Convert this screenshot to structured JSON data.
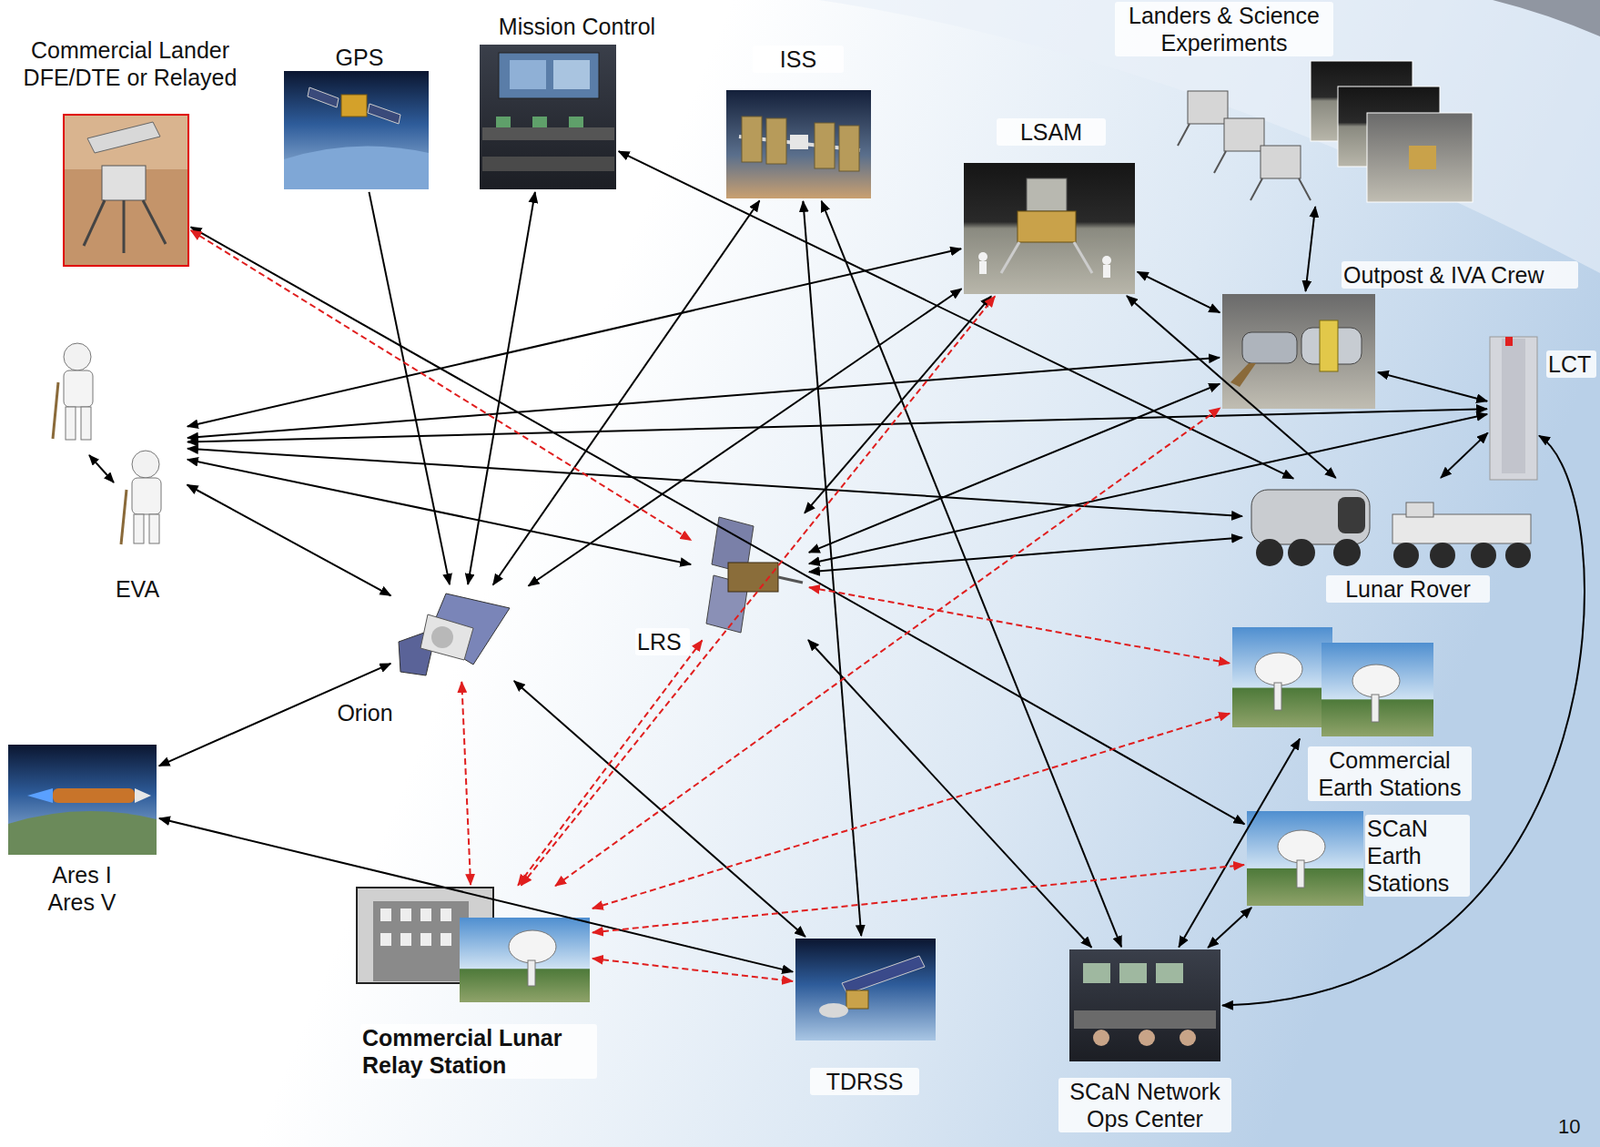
{
  "diagram": {
    "nodes": [
      {
        "text": [
          "Commercial Lander DFE/DTE or Relayed"
        ]
      },
      {
        "text": [
          "GPS"
        ]
      },
      {
        "text": [
          "Mission Control"
        ]
      },
      {
        "text": [
          "ISS"
        ]
      },
      {
        "text": [
          "LSAM"
        ]
      },
      {
        "text": [
          "Landers & Science Experiments"
        ]
      },
      {
        "text": [
          "Outpost & IVA Crew"
        ]
      },
      {
        "text": [
          "LCT"
        ]
      },
      {
        "text": [
          "EVA"
        ]
      },
      {
        "text": [
          "Lunar Rover"
        ]
      },
      {
        "text": [
          "LRS"
        ]
      },
      {
        "text": [
          "Orion"
        ]
      },
      {
        "text": [
          "Ares I Ares V"
        ]
      },
      {
        "text": [
          "Commercial Earth Stations"
        ]
      },
      {
        "text": [
          "SCaN Earth Stations"
        ]
      },
      {
        "text": [
          "Commercial Lunar Relay Station"
        ]
      },
      {
        "text": [
          "TDRSS"
        ]
      },
      {
        "text": [
          "SCaN Network Ops Center"
        ]
      }
    ],
    "edges": [
      {
        "from": 1,
        "to": 11,
        "arrow": "to"
      },
      {
        "from": 2,
        "to": 11,
        "arrow": "both"
      },
      {
        "from": 2,
        "to": 9,
        "arrow": "both"
      },
      {
        "from": 3,
        "to": 11,
        "arrow": "both"
      },
      {
        "from": 3,
        "to": 16,
        "arrow": "both"
      },
      {
        "from": 3,
        "to": 17,
        "arrow": "both"
      },
      {
        "from": 4,
        "to": 8,
        "arrow": "both"
      },
      {
        "from": 4,
        "to": 10,
        "arrow": "both"
      },
      {
        "from": 4,
        "to": 11,
        "arrow": "both"
      },
      {
        "from": 4,
        "to": 6,
        "arrow": "both"
      },
      {
        "from": 4,
        "to": 9,
        "arrow": "both"
      },
      {
        "from": 6,
        "to": 5,
        "arrow": "both"
      },
      {
        "from": 6,
        "to": 7,
        "arrow": "both"
      },
      {
        "from": 6,
        "to": 8,
        "arrow": "both"
      },
      {
        "from": 6,
        "to": 10,
        "arrow": "both"
      },
      {
        "from": 7,
        "to": 8,
        "arrow": "both"
      },
      {
        "from": 7,
        "to": 9,
        "arrow": "both"
      },
      {
        "from": 7,
        "to": 17,
        "arrow": "both"
      },
      {
        "from": 7,
        "to": 10,
        "arrow": "both"
      },
      {
        "from": 8,
        "to": 9,
        "arrow": "both"
      },
      {
        "from": 8,
        "to": 10,
        "arrow": "both"
      },
      {
        "from": 8,
        "to": 11,
        "arrow": "both"
      },
      {
        "from": 9,
        "to": 10,
        "arrow": "both"
      },
      {
        "from": 0,
        "to": 14,
        "arrow": "both"
      },
      {
        "from": 10,
        "to": 17,
        "arrow": "both"
      },
      {
        "from": 11,
        "to": 16,
        "arrow": "both"
      },
      {
        "from": 12,
        "to": 11,
        "arrow": "both"
      },
      {
        "from": 12,
        "to": 16,
        "arrow": "both"
      },
      {
        "from": 17,
        "to": 13,
        "arrow": "both"
      },
      {
        "from": 17,
        "to": 14,
        "arrow": "both"
      },
      {
        "from": 0,
        "to": 10,
        "arrow": "both"
      },
      {
        "from": 10,
        "to": 13,
        "arrow": "both"
      },
      {
        "from": 15,
        "to": 4,
        "arrow": "both"
      },
      {
        "from": 15,
        "to": 6,
        "arrow": "both"
      },
      {
        "from": 15,
        "to": 10,
        "arrow": "both"
      },
      {
        "from": 15,
        "to": 11,
        "arrow": "both"
      },
      {
        "from": 15,
        "to": 16,
        "arrow": "both"
      },
      {
        "from": 15,
        "to": 13,
        "arrow": "both"
      },
      {
        "from": 15,
        "to": 14,
        "arrow": "both"
      }
    ],
    "labels": [
      "10"
    ]
  }
}
